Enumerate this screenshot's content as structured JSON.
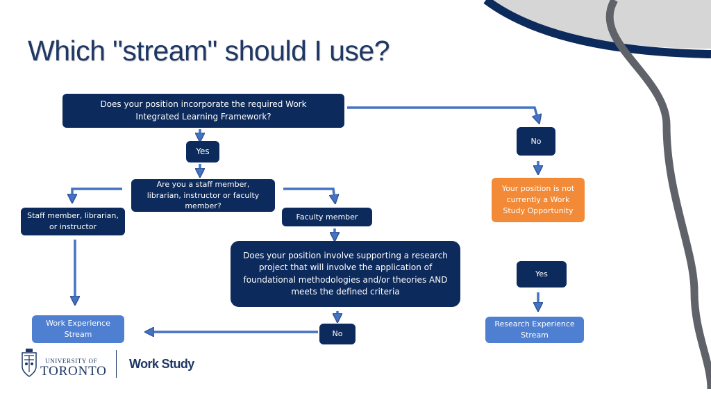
{
  "slide": {
    "title": "Which \"stream\" should I use?"
  },
  "flow": {
    "q1": "Does your position incorporate the required Work Integrated Learning Framework?",
    "yes1": "Yes",
    "no1": "No",
    "not_opportunity": "Your position is not currently a Work Study Opportunity",
    "q2": "Are you a staff member, librarian, instructor or faculty member?",
    "staff": "Staff member, librarian, or instructor",
    "faculty": "Faculty member",
    "q3": "Does your position involve supporting a research project that will involve the application of foundational methodologies and/or theories AND meets the defined criteria",
    "yes2": "Yes",
    "no2": "No",
    "work_exp": "Work Experience Stream",
    "research_exp": "Research Experience Stream"
  },
  "branding": {
    "university_line1": "UNIVERSITY OF",
    "university_line2": "TORONTO",
    "program": "Work Study"
  },
  "colors": {
    "navy": "#0c2a5b",
    "orange": "#f28a37",
    "light_blue": "#4f7fd0",
    "arrow": "#4472c4",
    "title": "#1e3765"
  }
}
